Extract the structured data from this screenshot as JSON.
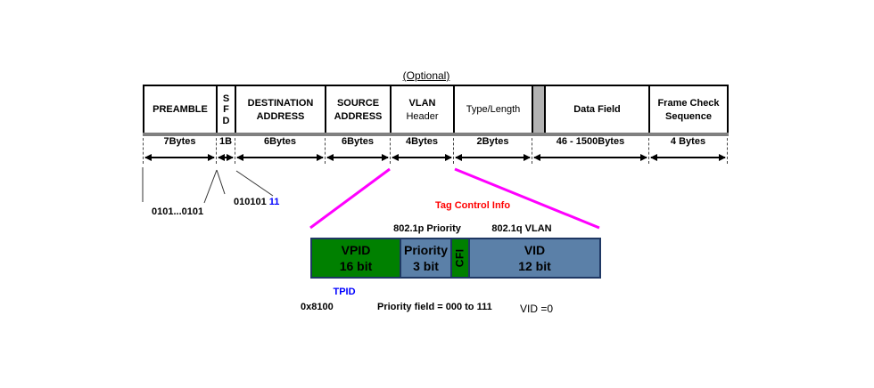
{
  "colors": {
    "field_green": "#008000",
    "field_steel_blue": "#5b80a8",
    "tag_border_navy": "#1f3864",
    "magenta_callout": "#ff00ff",
    "red_text": "#ff0000",
    "blue_text": "#0000ff",
    "gray_baseline": "#808080",
    "gray_spacer": "#b3b3b3"
  },
  "optional_label": "(Optional)",
  "frame_fields": [
    {
      "label": "PREAMBLE"
    },
    {
      "label": "SFD"
    },
    {
      "label": "DESTINATION ADDRESS"
    },
    {
      "label": "SOURCE ADDRESS"
    },
    {
      "label": "VLAN",
      "label2": "Header"
    },
    {
      "label": "Type/Length"
    },
    {
      "label": ""
    },
    {
      "label": "Data Field"
    },
    {
      "label": "Frame Check Sequence"
    }
  ],
  "byte_sections": [
    "7Bytes",
    "1B",
    "6Bytes",
    "6Bytes",
    "4Bytes",
    "2Bytes",
    "46 - 1500Bytes",
    "4 Bytes"
  ],
  "annotations": {
    "preamble_bits": "0101...0101",
    "sfd_bits_black": "010101",
    "sfd_bits_blue": "11",
    "tag_control_info": "Tag Control Info",
    "priority_8021p": "802.1p Priority",
    "vlan_8021q": "802.1q VLAN",
    "tpid_label": "TPID",
    "tpid_value": "0x8100",
    "priority_note": "Priority field = 000 to 111",
    "vid_note": "VID =0"
  },
  "tag_fields": [
    {
      "line1": "VPID",
      "line2": "16 bit"
    },
    {
      "line1": "Priority",
      "line2": "3 bit"
    },
    {
      "line1": "CFI",
      "line2": ""
    },
    {
      "line1": "VID",
      "line2": "12 bit"
    }
  ]
}
